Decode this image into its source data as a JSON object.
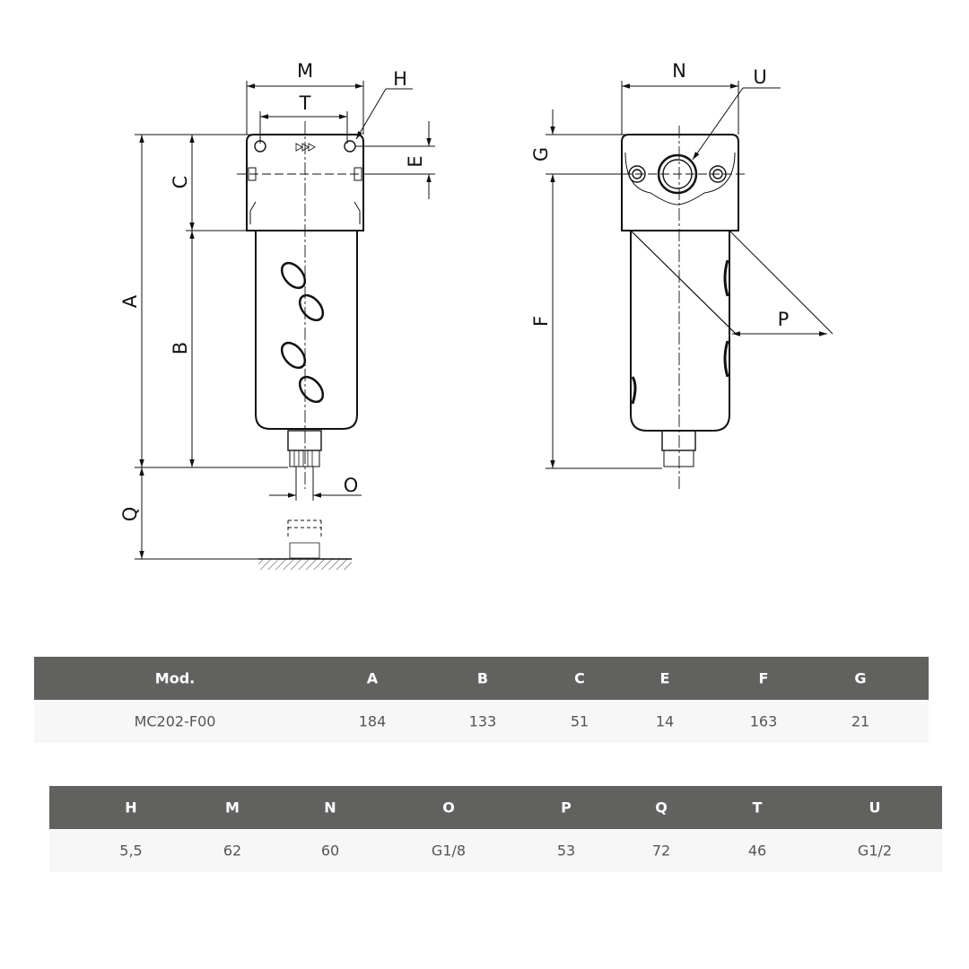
{
  "drawing": {
    "labels": {
      "M": "M",
      "T": "T",
      "H": "H",
      "C": "C",
      "E": "E",
      "A": "A",
      "B": "B",
      "O": "O",
      "Q": "Q",
      "N": "N",
      "U": "U",
      "G": "G",
      "F": "F",
      "P": "P"
    }
  },
  "table1": {
    "headers": [
      "Mod.",
      "A",
      "B",
      "C",
      "E",
      "F",
      "G"
    ],
    "values": [
      "MC202-F00",
      "184",
      "133",
      "51",
      "14",
      "163",
      "21"
    ]
  },
  "table2": {
    "headers": [
      "H",
      "M",
      "N",
      "O",
      "P",
      "Q",
      "T",
      "U"
    ],
    "values": [
      "5,5",
      "62",
      "60",
      "G1/8",
      "53",
      "72",
      "46",
      "G1/2"
    ]
  },
  "colors": {
    "header_bg": "#616160",
    "row_bg": "#f7f7f7"
  }
}
